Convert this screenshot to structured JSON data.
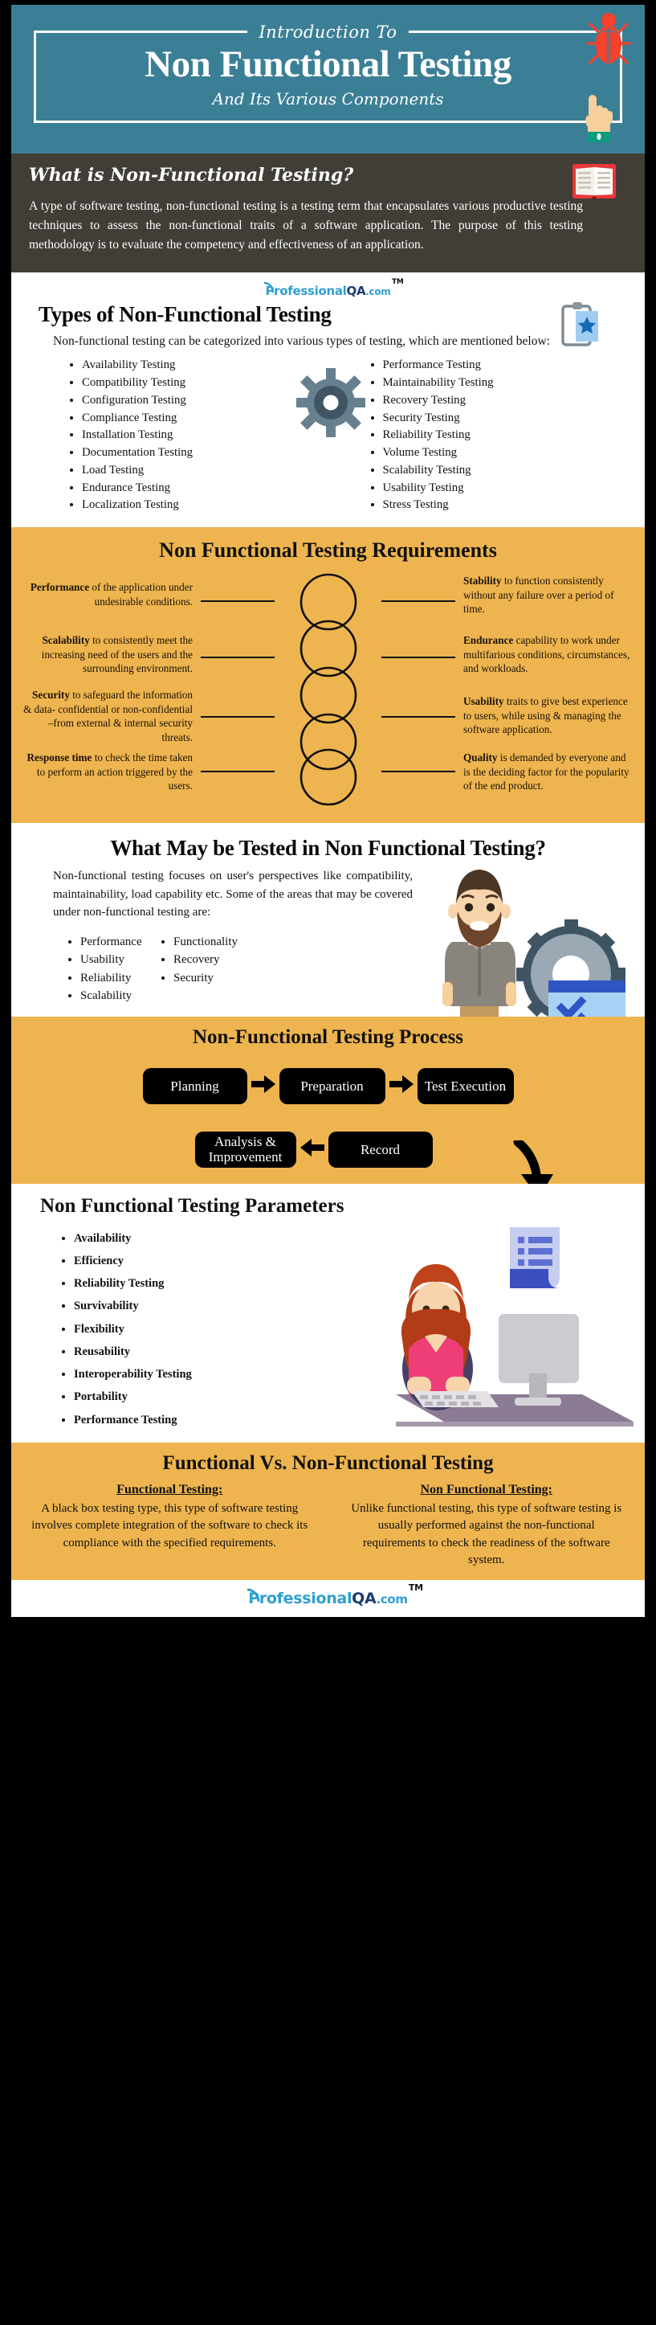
{
  "hero": {
    "kicker": "Introduction To",
    "title": "Non Functional Testing",
    "subtitle": "And Its Various Components",
    "bug_icon": "bug-icon",
    "hand_icon": "pointing-hand-icon",
    "bg_color": "#3b7f96"
  },
  "definition": {
    "heading": "What is Non-Functional Testing?",
    "body": "A type of software testing, non-functional testing is a testing term that encapsulates various productive testing techniques to assess the non-functional traits of a software application. The purpose of this testing methodology is to evaluate the competency and effectiveness of an application.",
    "icon": "open-book-icon",
    "bg_color": "#403e36"
  },
  "brand": {
    "prefix": "Professional",
    "qa": "QA",
    "suffix": ".com",
    "tm": "TM",
    "color_primary": "#2f9fd0",
    "color_secondary": "#1b3c6e"
  },
  "types": {
    "title": "Types of Non-Functional Testing",
    "lead": "Non-functional testing can be categorized into various types of testing, which are mentioned below:",
    "icon": "clipboard-star-icon",
    "gear_icon": "gear-icon",
    "column_left": [
      "Availability Testing",
      "Compatibility Testing",
      "Configuration Testing",
      "Compliance Testing",
      "Installation Testing",
      "Documentation Testing",
      "Load Testing",
      "Endurance Testing",
      "Localization Testing"
    ],
    "column_right": [
      "Performance Testing",
      "Maintainability Testing",
      "Recovery Testing",
      "Security Testing",
      "Reliability Testing",
      "Volume Testing",
      "Scalability Testing",
      "Usability Testing",
      "Stress Testing"
    ]
  },
  "requirements": {
    "title": "Non Functional Testing Requirements",
    "bg_color": "#eeb44f",
    "left": [
      {
        "term": "Performance",
        "rest": " of the application under undesirable conditions."
      },
      {
        "term": "Scalability",
        "rest": " to consistently meet the increasing need of the users and the surrounding environment."
      },
      {
        "term": "Security",
        "rest": " to safeguard the information & data- confidential or non-confidential –from external & internal security threats."
      },
      {
        "term": "Response time",
        "rest": " to check the time taken to perform an action triggered by the users."
      }
    ],
    "right": [
      {
        "term": "Stability",
        "rest": " to function consistently without any failure over a period of time."
      },
      {
        "term": "Endurance",
        "rest": " capability to work under multifarious conditions, circumstances, and workloads."
      },
      {
        "term": "Usability",
        "rest": " traits to give best experience to users, while using & managing the software application."
      },
      {
        "term": "Quality",
        "rest": " is demanded by everyone and is the deciding factor for the popularity of the end product."
      }
    ]
  },
  "what_tested": {
    "title": "What May be Tested in Non Functional Testing?",
    "body": "Non-functional testing focuses on user's perspectives like compatibility, maintainability, load capability etc. Some of the areas that may be covered under non-functional testing are:",
    "column_left": [
      "Performance",
      "Usability",
      "Reliability",
      "Scalability"
    ],
    "column_right": [
      "Functionality",
      "Recovery",
      "Security"
    ],
    "illustration": "bearded-man-with-gear-illustration"
  },
  "process": {
    "title": "Non-Functional Testing Process",
    "bg_color": "#eeb44f",
    "steps_row1": [
      "Planning",
      "Preparation",
      "Test Execution"
    ],
    "steps_row2": [
      "Analysis & Improvement",
      "Record"
    ],
    "arrow_right": "➡",
    "arrow_left": "⬅",
    "curve_arrow_icon": "curved-arrow-icon"
  },
  "parameters": {
    "title": "Non Functional Testing Parameters",
    "items": [
      "Availability",
      "Efficiency",
      "Reliability Testing",
      "Survivability",
      "Flexibility",
      "Reusability",
      "Interoperability Testing",
      "Portability",
      "Performance Testing"
    ],
    "illustration": "woman-at-computer-illustration",
    "doc_icon": "document-list-icon"
  },
  "comparison": {
    "title": "Functional Vs. Non-Functional Testing",
    "bg_color": "#eeb44f",
    "left_heading": "Functional Testing:",
    "left_body": "A black box testing type, this type of software testing involves complete integration of the software to check its compliance with the specified requirements.",
    "right_heading": "Non Functional Testing:",
    "right_body": "Unlike functional testing, this type of software testing is usually performed against the non-functional requirements to check the readiness of the software system."
  }
}
